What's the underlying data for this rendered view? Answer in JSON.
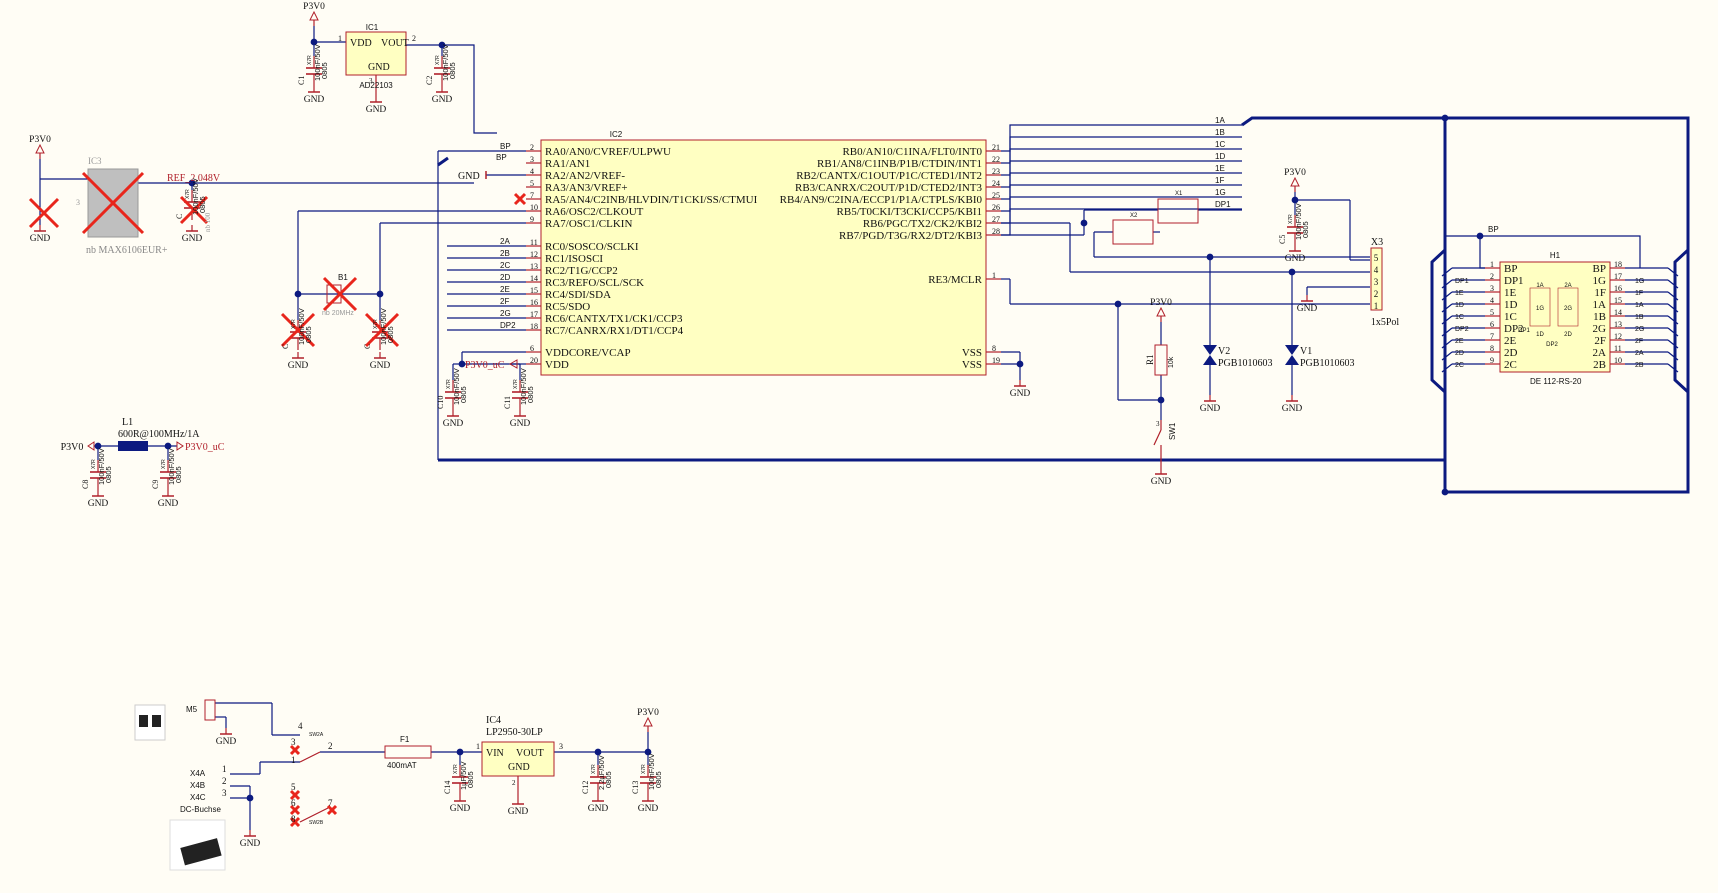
{
  "schematic": {
    "power": {
      "p3v0": "P3V0",
      "gnd": "GND",
      "p3v0_uc": "P3V0_uC"
    },
    "ic1": {
      "ref": "IC1",
      "part": "AD22103",
      "pin_vdd": "VDD",
      "pin_vout": "VOUT",
      "pin_gnd": "GND",
      "pin1": "1",
      "pin2": "2",
      "pin3": "3"
    },
    "ic3": {
      "ref": "IC3",
      "part": "nb MAX6106EUR+",
      "net_ref": "REF_2.048V"
    },
    "b1": {
      "ref": "B1",
      "part": "nb 20MHz"
    },
    "l1": {
      "ref": "L1",
      "part": "600R@100MHz/1A"
    },
    "cap_value": "100nF/50V",
    "cap_pkg": "0805",
    "cap_type": "X7R",
    "caps": {
      "c1": "C1",
      "c2": "C2",
      "c8": "C8",
      "c9": "C9",
      "c10": "C10",
      "c11": "C11",
      "c12": "C12",
      "c13": "C13",
      "c14": "C14",
      "c5": "C5"
    },
    "ic2": {
      "ref": "IC2",
      "left_pins": [
        {
          "num": "2",
          "name": "RA0/AN0/CVREF/ULPWU",
          "net": "BP"
        },
        {
          "num": "3",
          "name": "RA1/AN1",
          "net": ""
        },
        {
          "num": "4",
          "name": "RA2/AN2/VREF-",
          "net": "GND"
        },
        {
          "num": "5",
          "name": "RA3/AN3/VREF+",
          "net": ""
        },
        {
          "num": "7",
          "name": "RA5/AN4/C2INB/HLVDIN/T1CKI/SS/CTMUI",
          "net": ""
        },
        {
          "num": "10",
          "name": "RA6/OSC2/CLKOUT",
          "net": ""
        },
        {
          "num": "9",
          "name": "RA7/OSC1/CLKIN",
          "net": ""
        },
        {
          "num": "11",
          "name": "RC0/SOSCO/SCLKI",
          "net": "2A"
        },
        {
          "num": "12",
          "name": "RC1/ISOSCI",
          "net": "2B"
        },
        {
          "num": "13",
          "name": "RC2/T1G/CCP2",
          "net": "2C"
        },
        {
          "num": "14",
          "name": "RC3/REFO/SCL/SCK",
          "net": "2D"
        },
        {
          "num": "15",
          "name": "RC4/SDI/SDA",
          "net": "2E"
        },
        {
          "num": "16",
          "name": "RC5/SDO",
          "net": "2F"
        },
        {
          "num": "17",
          "name": "RC6/CANTX/TX1/CK1/CCP3",
          "net": "2G"
        },
        {
          "num": "18",
          "name": "RC7/CANRX/RX1/DT1/CCP4",
          "net": "DP2"
        },
        {
          "num": "6",
          "name": "VDDCORE/VCAP",
          "net": ""
        },
        {
          "num": "20",
          "name": "VDD",
          "net": "P3V0_uC"
        }
      ],
      "right_pins": [
        {
          "num": "21",
          "name": "RB0/AN10/C1INA/FLT0/INT0",
          "net": "1A"
        },
        {
          "num": "22",
          "name": "RB1/AN8/C1INB/P1B/CTDIN/INT1",
          "net": "1B"
        },
        {
          "num": "23",
          "name": "RB2/CANTX/C1OUT/P1C/CTED1/INT2",
          "net": "1C"
        },
        {
          "num": "24",
          "name": "RB3/CANRX/C2OUT/P1D/CTED2/INT3",
          "net": "1D"
        },
        {
          "num": "25",
          "name": "RB4/AN9/C2INA/ECCP1/P1A/CTPLS/KBI0",
          "net": "1E"
        },
        {
          "num": "26",
          "name": "RB5/T0CKI/T3CKI/CCP5/KBI1",
          "net": "1F"
        },
        {
          "num": "27",
          "name": "RB6/PGC/TX2/CK2/KBI2",
          "net": "1G"
        },
        {
          "num": "28",
          "name": "RB7/PGD/T3G/RX2/DT2/KBI3",
          "net": "DP1"
        },
        {
          "num": "1",
          "name": "RE3/MCLR",
          "net": ""
        },
        {
          "num": "8",
          "name": "VSS",
          "net": ""
        },
        {
          "num": "19",
          "name": "VSS",
          "net": ""
        }
      ]
    },
    "x1": "X1",
    "x2": "X2",
    "x3": {
      "ref": "X3",
      "part": "1x5Pol",
      "pins": [
        "5",
        "4",
        "3",
        "2",
        "1"
      ]
    },
    "r1": {
      "ref": "R1",
      "value": "10k"
    },
    "sw1": "SW1",
    "v1": {
      "ref": "V1",
      "part": "PGB1010603"
    },
    "v2": {
      "ref": "V2",
      "part": "PGB1010603"
    },
    "h1": {
      "ref": "H1",
      "part": "DE 112-RS-20",
      "left_pins": [
        {
          "num": "1",
          "name": "BP",
          "net": ""
        },
        {
          "num": "2",
          "name": "DP1",
          "net": "DP1"
        },
        {
          "num": "3",
          "name": "1E",
          "net": "1E"
        },
        {
          "num": "4",
          "name": "1D",
          "net": "1D"
        },
        {
          "num": "5",
          "name": "1C",
          "net": "1C"
        },
        {
          "num": "6",
          "name": "DP2",
          "net": "DP2"
        },
        {
          "num": "7",
          "name": "2E",
          "net": "2E"
        },
        {
          "num": "8",
          "name": "2D",
          "net": "2D"
        },
        {
          "num": "9",
          "name": "2C",
          "net": "2C"
        }
      ],
      "right_pins": [
        {
          "num": "18",
          "name": "BP",
          "net": ""
        },
        {
          "num": "17",
          "name": "1G",
          "net": "1G"
        },
        {
          "num": "16",
          "name": "1F",
          "net": "1F"
        },
        {
          "num": "15",
          "name": "1A",
          "net": "1A"
        },
        {
          "num": "14",
          "name": "1B",
          "net": "1B"
        },
        {
          "num": "13",
          "name": "2G",
          "net": "2G"
        },
        {
          "num": "12",
          "name": "2F",
          "net": "2F"
        },
        {
          "num": "11",
          "name": "2A",
          "net": "2A"
        },
        {
          "num": "10",
          "name": "2B",
          "net": "2B"
        }
      ],
      "seg_labels": [
        "1A",
        "2A",
        "1G",
        "2G",
        "1D",
        "2D",
        "DP1",
        "DP2"
      ]
    },
    "ic4": {
      "ref": "IC4",
      "part": "LP2950-30LP",
      "pin_vin": "VIN",
      "pin_vout": "VOUT",
      "pin_gnd": "GND"
    },
    "f1": {
      "ref": "F1",
      "value": "400mAT"
    },
    "m5": "M5",
    "sw2a": "SW2A",
    "sw2b": "SW2B",
    "x4": {
      "a": "X4A",
      "b": "X4B",
      "c": "X4C",
      "part": "DC-Buchse"
    },
    "c12_value": "2.2µF/50V",
    "c14_value": "1µF/50V",
    "bp_net": "BP",
    "rb_nets_right": [
      "1A",
      "1B",
      "1C",
      "1D",
      "1E",
      "1F",
      "1G",
      "DP1"
    ],
    "sw_pins": [
      "1",
      "2",
      "3",
      "4",
      "5",
      "6",
      "7",
      "8"
    ],
    "wire_color": "#0c1a80",
    "comp_color": "#b0202a",
    "ic_fill": "#ffffc2",
    "cross_color": "#e8261c",
    "gray_fill": "#bfbfbf"
  }
}
